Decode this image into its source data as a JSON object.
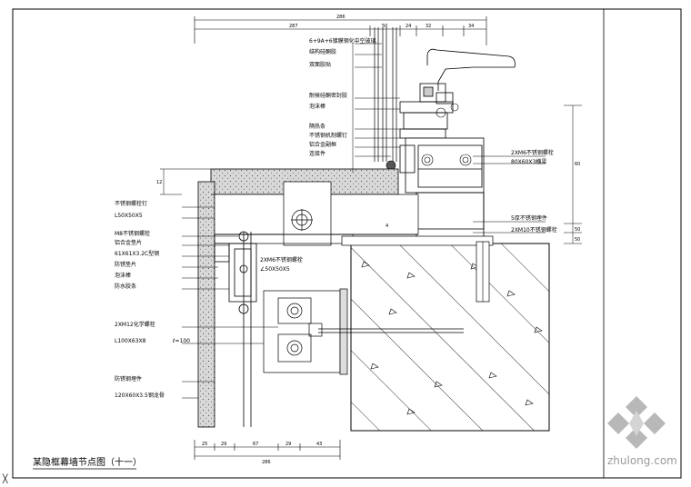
{
  "title": "某隐框幕墙节点图（十一）",
  "watermark": "zhulong.com",
  "corner_mark": "╳",
  "top_dims": {
    "overall": "286",
    "parts": [
      "287",
      "50",
      "24",
      "32",
      "34"
    ]
  },
  "bottom_dims": {
    "overall": "286",
    "parts": [
      "25",
      "29",
      "67",
      "29",
      "43"
    ]
  },
  "right_dims": [
    "60",
    "50",
    "50"
  ],
  "left_dim": "12",
  "left_labels": [
    "不锈钢螺栓钉",
    "L50X50X5",
    "M8不锈钢螺栓",
    "铝合金垫片",
    "61X61X3.2C型钢",
    "防锈垫片",
    "泡沫棒",
    "防水胶条",
    "2XM12化学螺栓",
    "L100X63X8",
    "防锈钢埋件",
    "120X60X3.5钢龙骨"
  ],
  "anchor_note": "ℓ=100",
  "center_labels": [
    "2XM6不锈钢螺栓",
    "∠50X50X5"
  ],
  "top_labels": [
    "6+9A+6镀膜钢化中空玻璃",
    "结构硅酮胶",
    "双面胶贴",
    "耐候硅酮密封胶",
    "泡沫棒",
    "隔热条",
    "不锈钢机制螺钉",
    "铝合金副框",
    "连接件"
  ],
  "right_labels": [
    "2XM6不锈钢螺栓",
    "80X60X3横梁",
    "5厚不锈钢埋件",
    "2XM10不锈钢螺栓"
  ],
  "small_mark": "4"
}
